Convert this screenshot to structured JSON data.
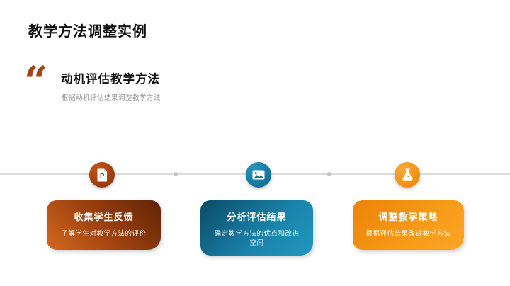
{
  "slide_title": "教学方法调整实例",
  "quote": {
    "mark": "“",
    "heading": "动机评估教学方法",
    "subtext": "根据动机评估结果调整教学方法",
    "accent_color": "#a34411"
  },
  "timeline": {
    "line_color": "#dcdcdc",
    "dot_color": "#c4c4c4",
    "steps": [
      {
        "icon": "powerpoint-document-icon",
        "icon_letter": "P",
        "circle_color": "#9c3a0b",
        "card_title": "收集学生反馈",
        "card_desc": "了解学生对教学方法的评价",
        "card_gradient_start": "#5e2305",
        "card_gradient_end": "#d2691e"
      },
      {
        "icon": "image-icon",
        "circle_color": "#14729a",
        "card_title": "分析评估结果",
        "card_desc": "确定教学方法的优点和改进空间",
        "card_gradient_start": "#0a4a66",
        "card_gradient_end": "#2196be"
      },
      {
        "icon": "flask-icon",
        "circle_color": "#f28f0c",
        "card_title": "调整教学策略",
        "card_desc": "根据评估结果改进教学方法",
        "card_gradient_start": "#ec8307",
        "card_gradient_end": "#fca427"
      }
    ]
  }
}
